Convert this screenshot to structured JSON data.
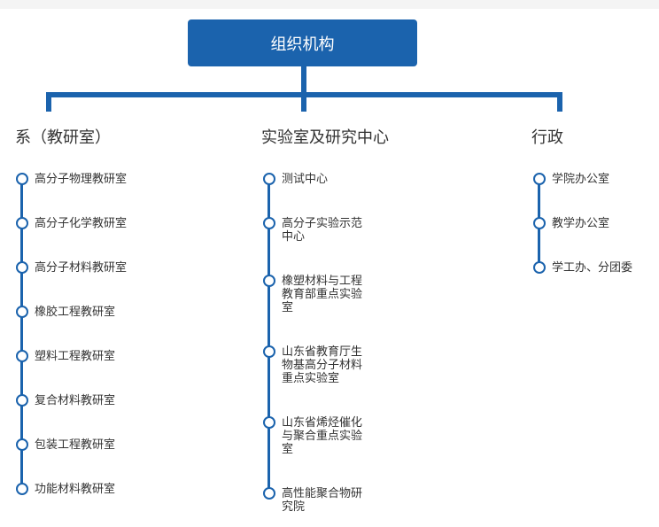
{
  "root": {
    "title": "组织机构"
  },
  "columns": [
    {
      "title": "系（教研室）",
      "items": [
        "高分子物理教研室",
        "高分子化学教研室",
        "高分子材料教研室",
        "橡胶工程教研室",
        "塑料工程教研室",
        "复合材料教研室",
        "包装工程教研室",
        "功能材料教研室"
      ]
    },
    {
      "title": "实验室及研究中心",
      "items": [
        "测试中心",
        "高分子实验示范中心",
        "橡塑材料与工程教育部重点实验室",
        "山东省教育厅生物基高分子材料重点实验室",
        "山东省烯烃催化与聚合重点实验室",
        "高性能聚合物研究院"
      ]
    },
    {
      "title": "行政",
      "items": [
        "学院办公室",
        "教学办公室",
        "学工办、分团委"
      ]
    }
  ],
  "colors": {
    "accent": "#1b63ad"
  }
}
